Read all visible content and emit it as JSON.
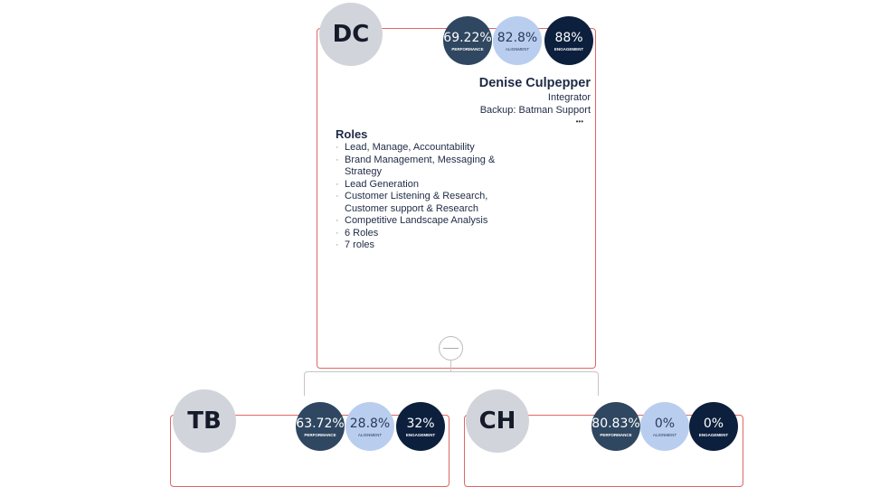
{
  "main": {
    "initials": "DC",
    "name": "Denise Culpepper",
    "title": "Integrator",
    "backup": "Backup: Batman Support",
    "more": "•••",
    "metrics": {
      "performance": "69.22%",
      "alignment": "82.8%",
      "engagement": "88%"
    },
    "roles_heading": "Roles",
    "roles": [
      "Lead, Manage, Accountability",
      "Brand Management, Messaging & Strategy",
      "Lead Generation",
      "Customer Listening & Research, Customer support & Research",
      "Competitive Landscape Analysis",
      "6 Roles",
      "7 roles"
    ]
  },
  "labels": {
    "performance": "PERFORMANCE",
    "alignment": "ALIGNMENT",
    "engagement": "ENGAGEMENT"
  },
  "children": [
    {
      "initials": "TB",
      "metrics": {
        "performance": "63.72%",
        "alignment": "28.8%",
        "engagement": "32%"
      }
    },
    {
      "initials": "CH",
      "metrics": {
        "performance": "80.83%",
        "alignment": "0%",
        "engagement": "0%"
      }
    }
  ]
}
